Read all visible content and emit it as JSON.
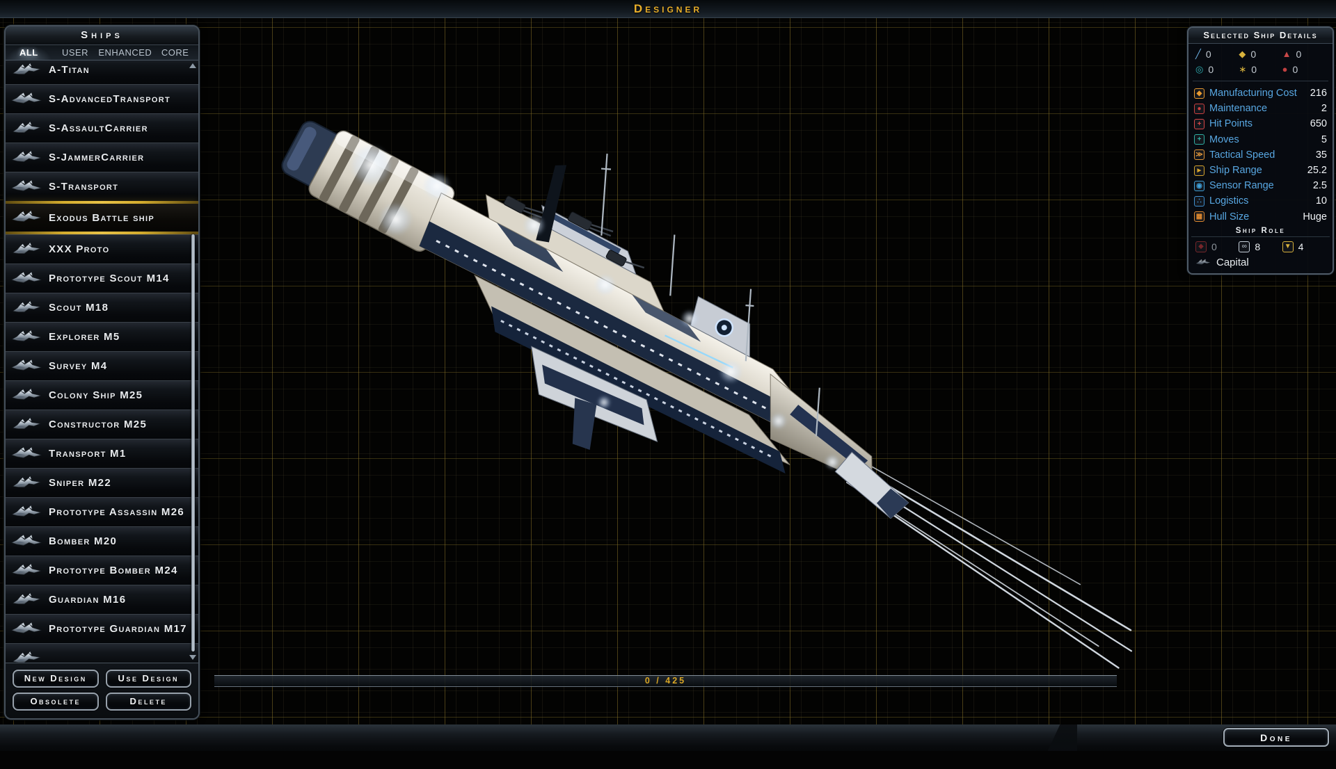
{
  "title": "Designer",
  "accent_colors": {
    "gold_text": "#d9a626",
    "label_blue": "#58a7e2",
    "selected_gold": "#d4ac2e"
  },
  "ships_panel": {
    "header": "Ships",
    "tabs": [
      {
        "label": "ALL",
        "active": true
      },
      {
        "label": "USER",
        "active": false
      },
      {
        "label": "ENHANCED",
        "active": false
      },
      {
        "label": "CORE",
        "active": false
      }
    ],
    "ships": [
      {
        "name": "A-Titan"
      },
      {
        "name": "S-AdvancedTransport"
      },
      {
        "name": "S-AssaultCarrier"
      },
      {
        "name": "S-JammerCarrier"
      },
      {
        "name": "S-Transport"
      },
      {
        "name": "Exodus Battle ship",
        "selected": true
      },
      {
        "name": "XXX Proto"
      },
      {
        "name": "Prototype Scout M14"
      },
      {
        "name": "Scout M18"
      },
      {
        "name": "Explorer M5"
      },
      {
        "name": "Survey M4"
      },
      {
        "name": "Colony Ship M25"
      },
      {
        "name": "Constructor M25"
      },
      {
        "name": "Transport M1"
      },
      {
        "name": "Sniper M22"
      },
      {
        "name": "Prototype Assassin M26"
      },
      {
        "name": "Bomber M20"
      },
      {
        "name": "Prototype Bomber M24"
      },
      {
        "name": "Guardian M16"
      },
      {
        "name": "Prototype Guardian M17"
      },
      {
        "name": ""
      }
    ],
    "buttons": {
      "new_design": "New Design",
      "use_design": "Use Design",
      "obsolete": "Obsolete",
      "delete": "Delete"
    }
  },
  "details_panel": {
    "header": "Selected Ship Details",
    "weapons": [
      {
        "icon": "beam-weapon-icon",
        "glyph": "╱",
        "color": "#6fb2e4",
        "value": "0"
      },
      {
        "icon": "kinetic-weapon-icon",
        "glyph": "◆",
        "color": "#d8b23c",
        "value": "0"
      },
      {
        "icon": "missile-weapon-icon",
        "glyph": "▲",
        "color": "#c84848",
        "value": "0"
      }
    ],
    "defenses": [
      {
        "icon": "shield-defense-icon",
        "glyph": "◎",
        "color": "#2fb0b4",
        "value": "0"
      },
      {
        "icon": "point-defense-icon",
        "glyph": "∗",
        "color": "#d8b23c",
        "value": "0"
      },
      {
        "icon": "armor-defense-icon",
        "glyph": "●",
        "color": "#c04040",
        "value": "0"
      }
    ],
    "stats": [
      {
        "icon": "hammer-icon",
        "glyph": "◆",
        "color": "#e89a30",
        "label": "Manufacturing Cost",
        "value": "216"
      },
      {
        "icon": "wrench-icon",
        "glyph": "●",
        "color": "#cc4040",
        "label": "Maintenance",
        "value": "2"
      },
      {
        "icon": "cross-icon",
        "glyph": "+",
        "color": "#d84848",
        "label": "Hit Points",
        "value": "650"
      },
      {
        "icon": "move-arrows-icon",
        "glyph": "+",
        "color": "#2fb0a4",
        "label": "Moves",
        "value": "5"
      },
      {
        "icon": "speed-icon",
        "glyph": "≫",
        "color": "#e0953a",
        "label": "Tactical Speed",
        "value": "35"
      },
      {
        "icon": "rocket-icon",
        "glyph": "►",
        "color": "#d8a62e",
        "label": "Ship Range",
        "value": "25.2"
      },
      {
        "icon": "radar-icon",
        "glyph": "◉",
        "color": "#3f9fd8",
        "label": "Sensor Range",
        "value": "2.5"
      },
      {
        "icon": "network-icon",
        "glyph": "∴",
        "color": "#3f90d0",
        "label": "Logistics",
        "value": "10"
      },
      {
        "icon": "hull-grid-icon",
        "glyph": "▦",
        "color": "#e08a30",
        "label": "Hull Size",
        "value": "Huge"
      }
    ],
    "ship_role_header": "Ship Role",
    "role_slots": [
      {
        "icon": "attack-role-icon",
        "glyph": "◆",
        "color": "#77262a",
        "value": "0",
        "dim": true
      },
      {
        "icon": "link-role-icon",
        "glyph": "∞",
        "color": "#c6d0da",
        "value": "8"
      },
      {
        "icon": "shield-role-icon",
        "glyph": "▼",
        "color": "#d8b23c",
        "value": "4"
      }
    ],
    "role_name": "Capital"
  },
  "counter": "0 / 425",
  "done_label": "Done"
}
